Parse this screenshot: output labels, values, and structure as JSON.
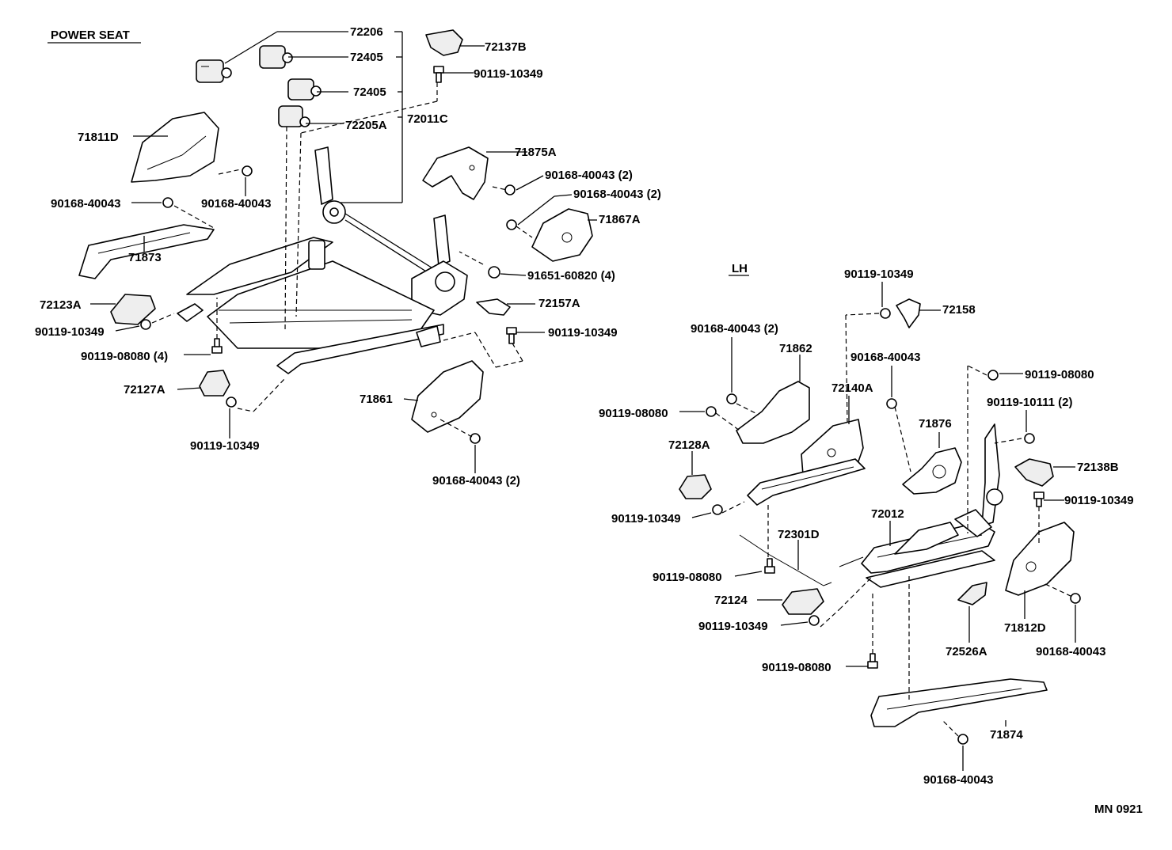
{
  "title": "POWER SEAT",
  "side_label": "LH",
  "diagram_code": "MN 0921",
  "callouts": {
    "c72206": "72206",
    "c72405a": "72405",
    "c72405b": "72405",
    "c72205A": "72205A",
    "c72011C": "72011C",
    "c72137B": "72137B",
    "c90119_10349_top": "90119-10349",
    "c71811D": "71811D",
    "c90168_40043_a": "90168-40043",
    "c90168_40043_b": "90168-40043",
    "c71873": "71873",
    "c72123A": "72123A",
    "c90119_10349_l": "90119-10349",
    "c90119_08080_4": "90119-08080 (4)",
    "c72127A": "72127A",
    "c90119_10349_b": "90119-10349",
    "c71875A": "71875A",
    "c90168_40043_2a": "90168-40043 (2)",
    "c90168_40043_2b": "90168-40043 (2)",
    "c71867A": "71867A",
    "c91651_60820": "91651-60820 (4)",
    "c72157A": "72157A",
    "c90119_10349_r": "90119-10349",
    "c71861": "71861",
    "c90168_40043_2c": "90168-40043 (2)",
    "c90119_10349_lh1": "90119-10349",
    "c72158": "72158",
    "c90168_40043_2d": "90168-40043 (2)",
    "c71862": "71862",
    "c90168_40043_c": "90168-40043",
    "c72140A": "72140A",
    "c90119_08080_a": "90119-08080",
    "c90119_08080_b": "90119-08080",
    "c90119_10111": "90119-10111 (2)",
    "c71876": "71876",
    "c72128A": "72128A",
    "c72138B": "72138B",
    "c90119_10349_lh2": "90119-10349",
    "c90119_10349_lh3": "90119-10349",
    "c72012": "72012",
    "c72301D": "72301D",
    "c90119_08080_c": "90119-08080",
    "c72124": "72124",
    "c90119_10349_lh4": "90119-10349",
    "c71812D": "71812D",
    "c90168_40043_d": "90168-40043",
    "c72526A": "72526A",
    "c90119_08080_d": "90119-08080",
    "c71874": "71874",
    "c90168_40043_e": "90168-40043"
  }
}
